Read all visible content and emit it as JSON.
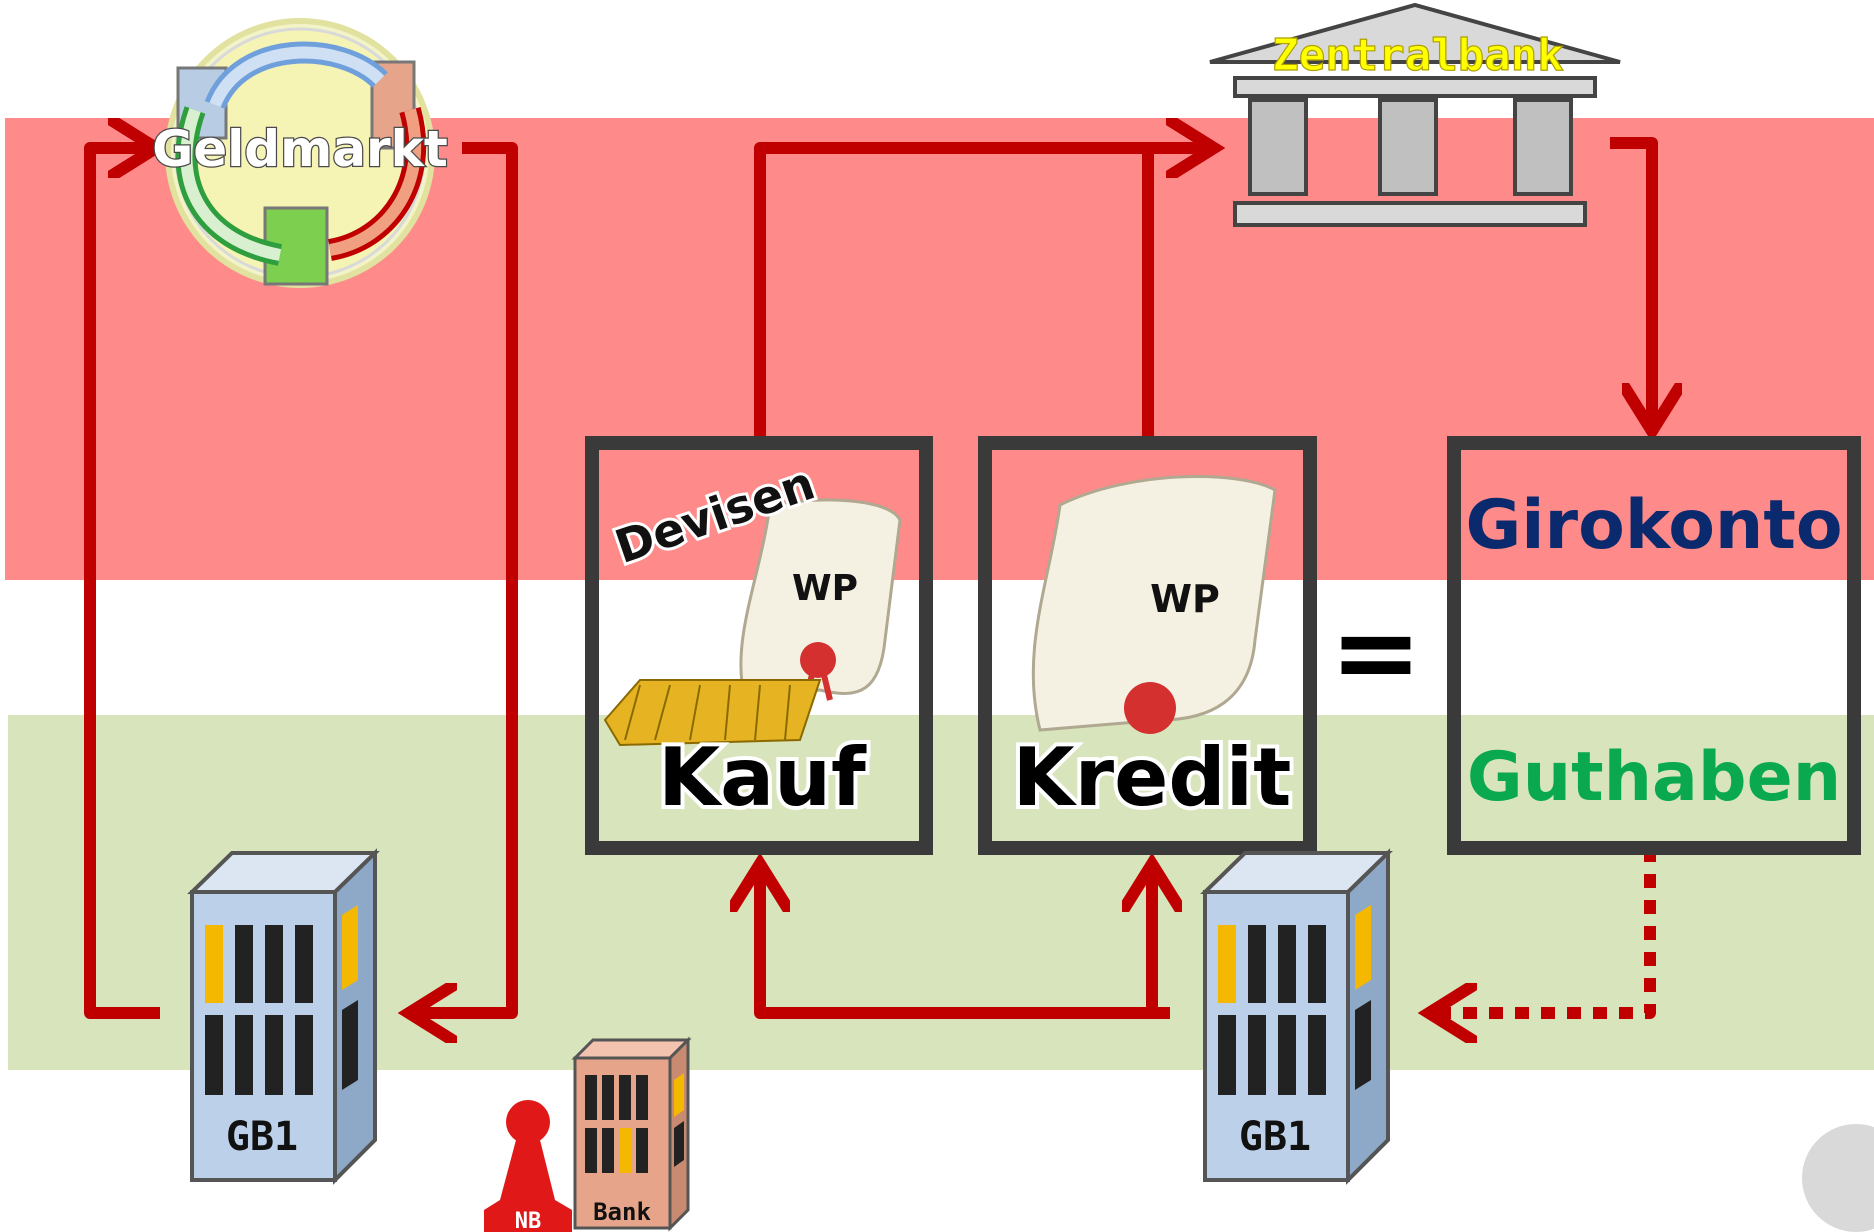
{
  "nodes": {
    "geldmarkt": "Geldmarkt",
    "zentralbank": "Zentralbank",
    "kauf": {
      "caption": "Kauf",
      "tag": "Devisen",
      "wp": "WP"
    },
    "kredit": {
      "caption": "Kredit",
      "wp": "WP"
    },
    "equals": "=",
    "girokonto": {
      "top": "Girokonto",
      "bottom": "Guthaben"
    },
    "gb1_left": "GB1",
    "gb1_right": "GB1",
    "nb": "NB",
    "bank": "Bank"
  },
  "colors": {
    "red_band": "#ff8a8a",
    "green_band": "#d8e4bc",
    "arrow": "#c00000",
    "frame": "#3a3a3a",
    "girokonto": "#0b2a6e",
    "guthaben": "#0aa84f",
    "zentralbank_text": "#ffff00",
    "building": "#bdd0ea",
    "window": "#222222",
    "window_accent": "#f5b800"
  },
  "icons": [
    "cycle-icon",
    "central-bank-icon",
    "scroll-icon",
    "gold-bars-icon",
    "server-building-icon",
    "pawn-icon",
    "bank-building-icon"
  ]
}
